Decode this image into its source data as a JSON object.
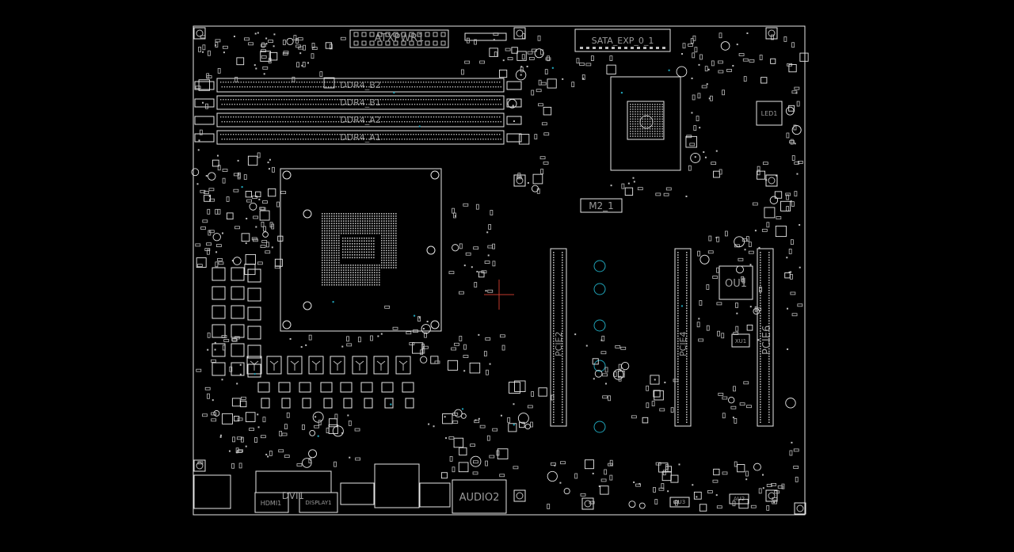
{
  "viewer": {
    "background": "#000000",
    "outline_color": "#e6e6e6",
    "pad_color": "#bdbdbd",
    "label_color": "#9a9a9a",
    "cursor_color": "#c0392b",
    "via_color": "#1fa0b5"
  },
  "labels": {
    "atxpwr": "ATXPWR1",
    "sata_exp": "SATA_EXP_0_1",
    "m2": "M2_1",
    "ou1": "OU1",
    "pcie6": "PCIE6",
    "pcie2": "PCIE2",
    "pcie4": "PCIE4",
    "led1": "LED1",
    "hdmi": "HDMI1",
    "dvi": "DVI1",
    "display": "DISPLAY1",
    "audio2": "AUDIO2",
    "au3": "AU3",
    "au2": "AU2",
    "xu1": "XU1",
    "ddr": [
      "DDR4_B2",
      "DDR4_B1",
      "DDR4_A2",
      "DDR4_A1"
    ]
  }
}
